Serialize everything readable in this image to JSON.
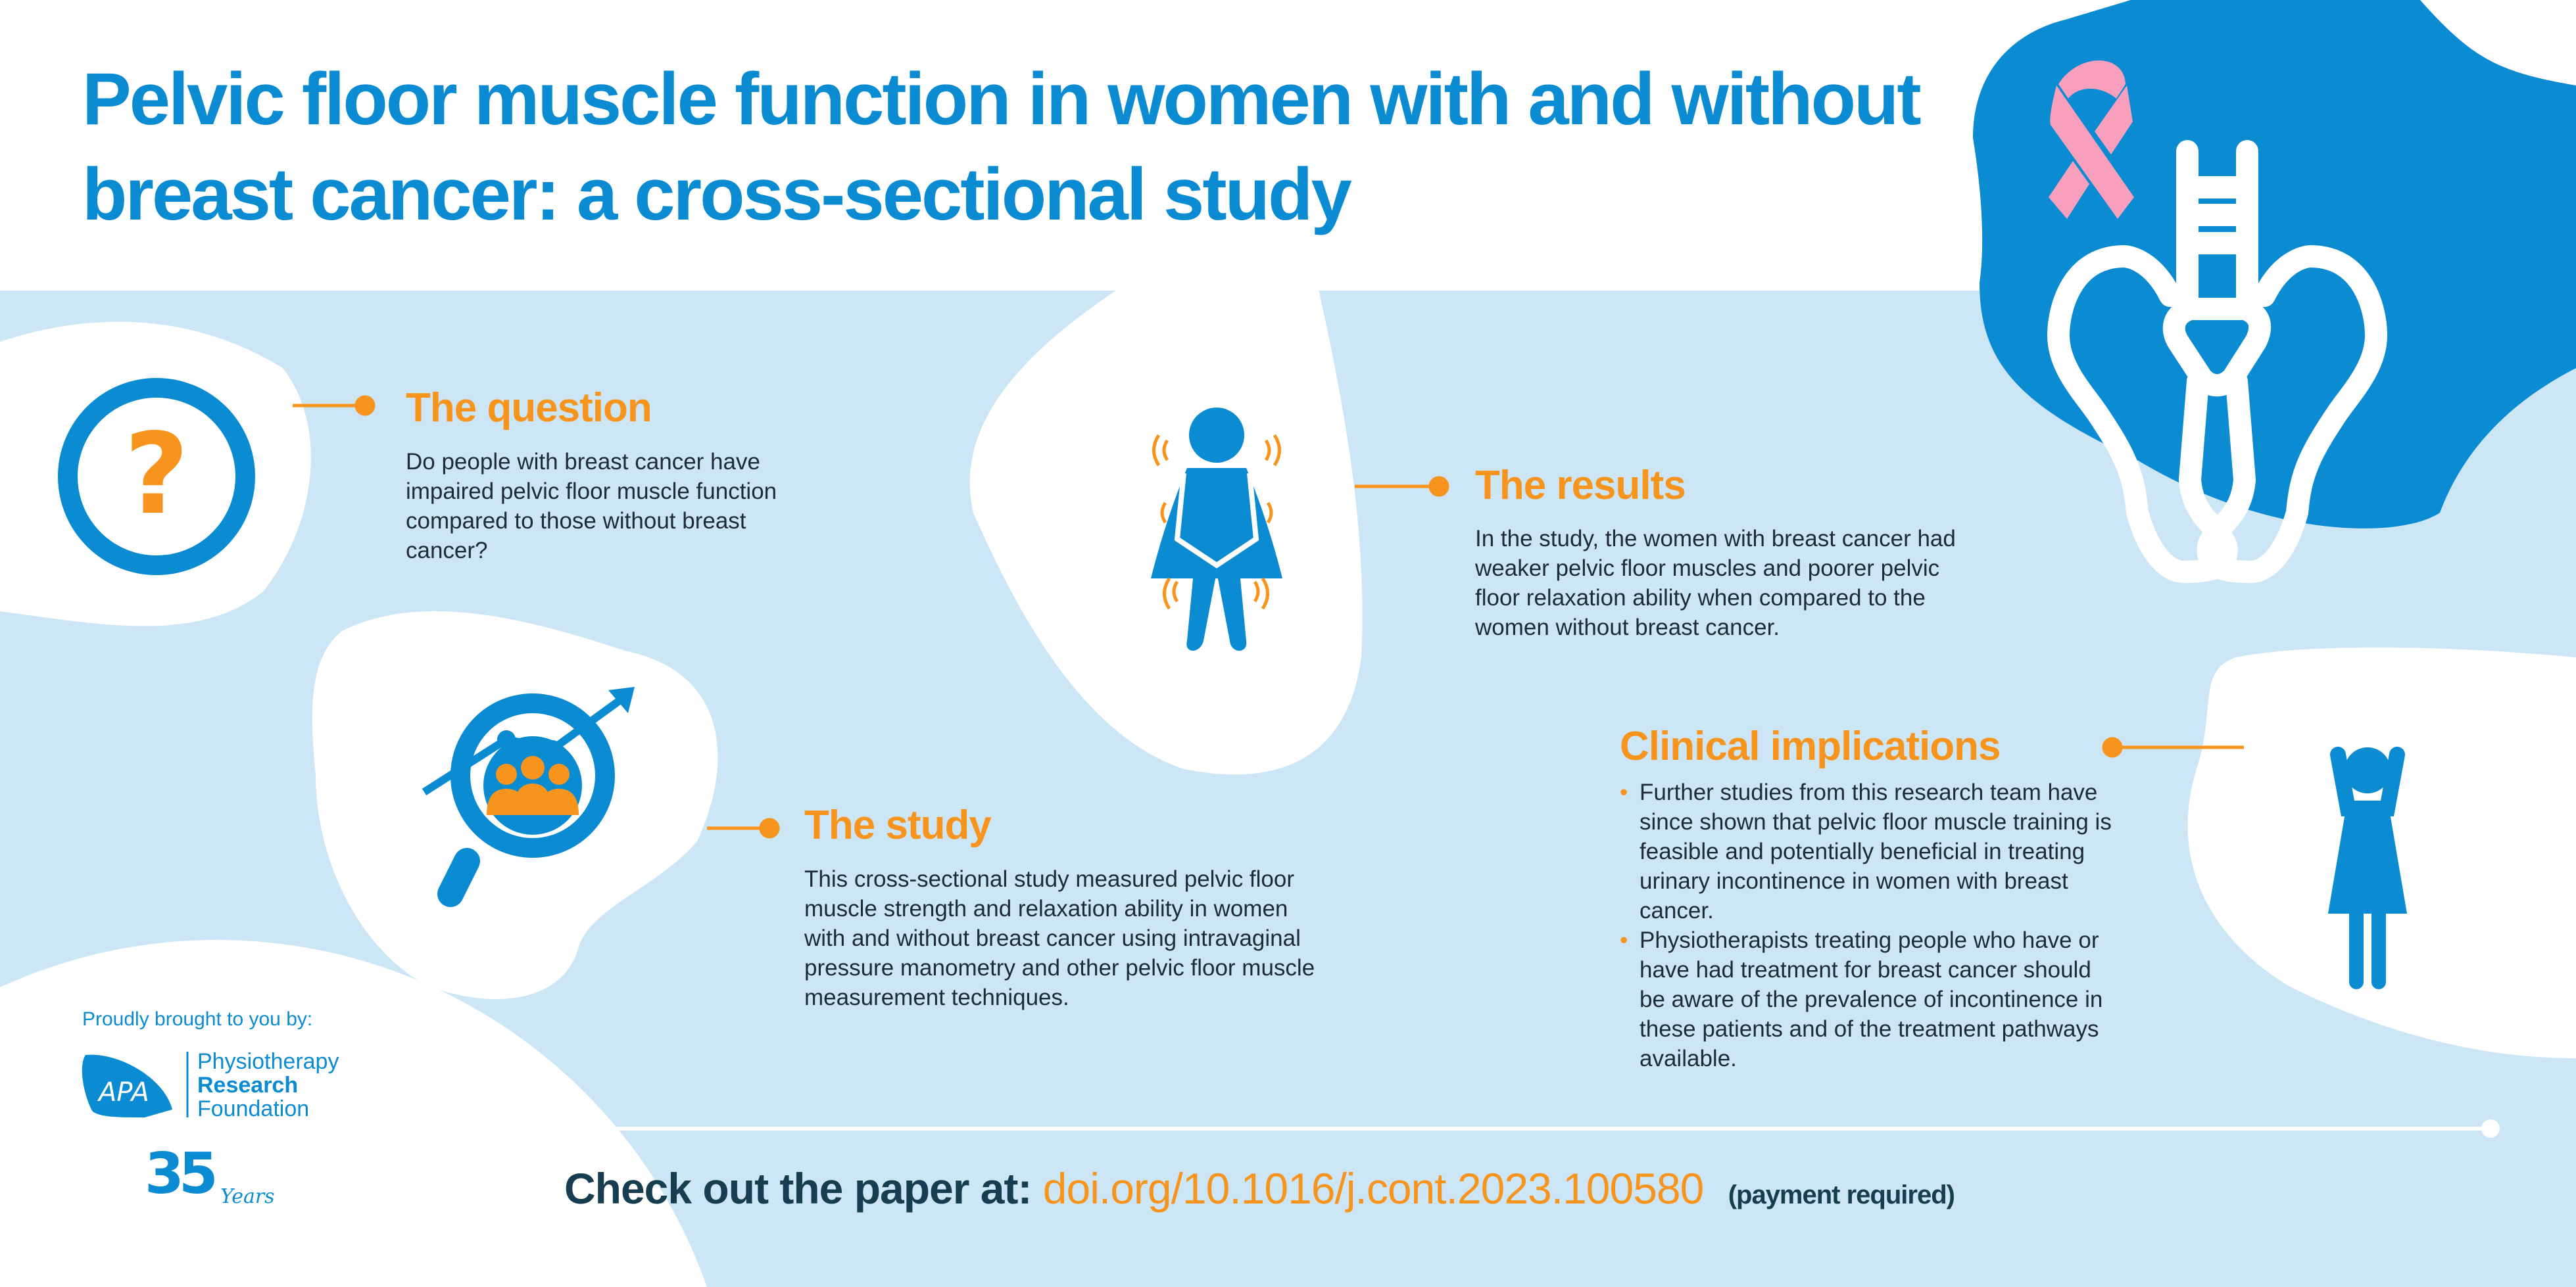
{
  "title": "Pelvic floor muscle function in women with and without breast cancer: a cross-sectional study",
  "colors": {
    "primary_blue": "#0a8bd2",
    "light_blue": "#cce6f5",
    "orange": "#f7941d",
    "pink": "#f79fbd",
    "navy": "#173d50"
  },
  "question": {
    "heading": "The question",
    "body": "Do people with breast cancer have impaired pelvic floor muscle function compared to those without breast cancer?",
    "icon": "question-mark-icon"
  },
  "results": {
    "heading": "The results",
    "body": "In the study, the women with breast cancer had weaker pelvic floor muscles and poorer pelvic floor relaxation ability when compared to the women without breast cancer.",
    "icon": "woman-holding-bladder-icon"
  },
  "study": {
    "heading": "The study",
    "body": "This cross-sectional study measured pelvic floor muscle strength and relaxation ability in women with and without breast cancer using intravaginal pressure manometry and other pelvic floor muscle measurement techniques.",
    "icon": "magnifier-group-chart-icon"
  },
  "clinical": {
    "heading": "Clinical implications",
    "bullets": [
      "Further studies from this research team have since shown that pelvic floor muscle training is feasible and potentially beneficial in treating urinary incontinence in women with breast cancer.",
      "Physiotherapists treating people who have or have had treatment for breast cancer should be aware of the prevalence of incontinence in these patients and of the treatment pathways available."
    ],
    "icon": "woman-arms-raised-icon"
  },
  "footer": {
    "brought_by": "Proudly brought to you by:",
    "org_line1": "Physiotherapy",
    "org_line2": "Research",
    "org_line3": "Foundation",
    "logo_text": "APA",
    "anniversary": "35 Years",
    "cta_prefix": "Check out the paper at:",
    "doi": "doi.org/10.1016/j.cont.2023.100580",
    "payment": "(payment required)"
  }
}
